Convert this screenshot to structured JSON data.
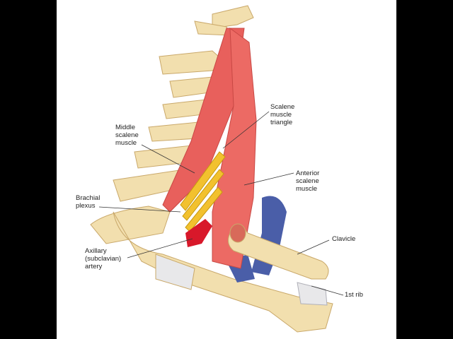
{
  "labels": {
    "middle_scalene": "Middle\nscalene\nmuscle",
    "scalene_triangle": "Scalene\nmuscle\ntriangle",
    "anterior_scalene": "Anterior\nscalene\nmuscle",
    "brachial_plexus": "Brachial\nplexus",
    "axillary_artery": "Axillary\n(subclavian)\nartery",
    "clavicle": "Clavicle",
    "first_rib": "1st rib"
  },
  "colors": {
    "bone": "#f2dfae",
    "bone_shadow": "#d9bf83",
    "muscle": "#e8605c",
    "muscle_light": "#f08a80",
    "nerve": "#f2c12e",
    "artery": "#d8182a",
    "vein": "#4a5ea8",
    "disc": "#b8bfd0",
    "background": "#ffffff",
    "letterbox": "#000000"
  }
}
